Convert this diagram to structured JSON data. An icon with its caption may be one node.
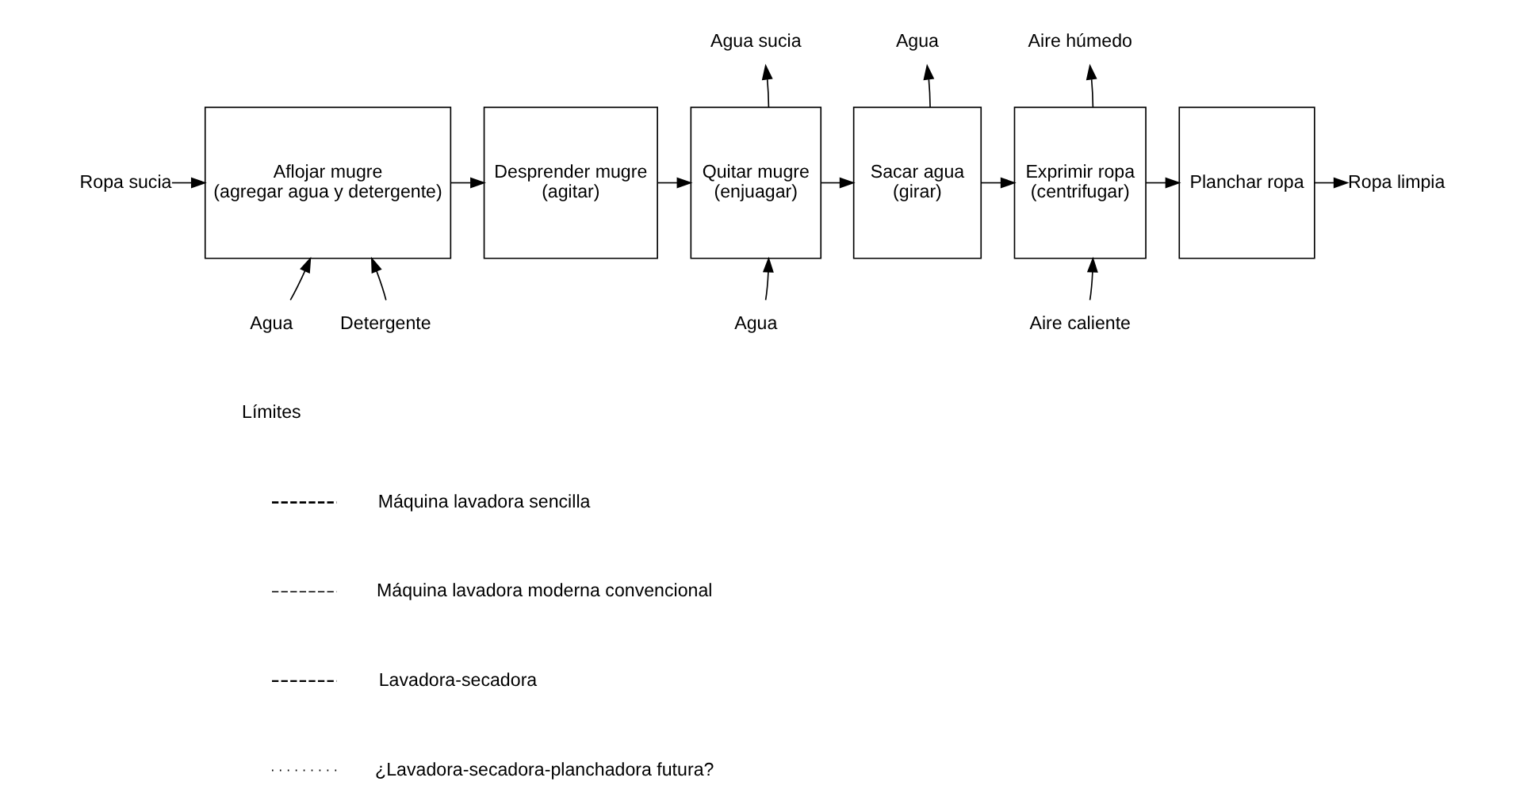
{
  "diagram": {
    "nodes": [
      {
        "text": [
          "Ropa sucia"
        ]
      },
      {
        "text": [
          "Aflojar mugre",
          "(agregar agua y detergente)"
        ]
      },
      {
        "text": [
          "Desprender mugre",
          "(agitar)"
        ]
      },
      {
        "text": [
          "Quitar mugre",
          "(enjuagar)"
        ]
      },
      {
        "text": [
          "Sacar agua",
          "(girar)"
        ]
      },
      {
        "text": [
          "Exprimir ropa",
          "(centrifugar)"
        ]
      },
      {
        "text": [
          "Planchar ropa"
        ]
      },
      {
        "text": [
          "Ropa limpia"
        ]
      },
      {
        "text": [
          "Agua"
        ]
      },
      {
        "text": [
          "Detergente"
        ]
      },
      {
        "text": [
          "Agua sucia"
        ]
      },
      {
        "text": [
          "Agua"
        ]
      },
      {
        "text": [
          "Agua"
        ]
      },
      {
        "text": [
          "Aire húmedo"
        ]
      },
      {
        "text": [
          "Aire caliente"
        ]
      }
    ],
    "edges": [
      {
        "from": 0,
        "to": 1,
        "arrow": "to"
      },
      {
        "from": 1,
        "to": 2,
        "arrow": "to"
      },
      {
        "from": 2,
        "to": 3,
        "arrow": "to"
      },
      {
        "from": 3,
        "to": 4,
        "arrow": "to"
      },
      {
        "from": 4,
        "to": 5,
        "arrow": "to"
      },
      {
        "from": 5,
        "to": 6,
        "arrow": "to"
      },
      {
        "from": 6,
        "to": 7,
        "arrow": "to"
      },
      {
        "from": 8,
        "to": 1,
        "arrow": "to"
      },
      {
        "from": 9,
        "to": 1,
        "arrow": "to"
      },
      {
        "from": 3,
        "to": 10,
        "arrow": "to"
      },
      {
        "from": 11,
        "to": 3,
        "arrow": "to"
      },
      {
        "from": 4,
        "to": 12,
        "arrow": "to"
      },
      {
        "from": 5,
        "to": 13,
        "arrow": "to"
      },
      {
        "from": 14,
        "to": 5,
        "arrow": "to"
      }
    ],
    "labels": [
      "Límites"
    ],
    "legend": [
      {
        "text": "Máquina lavadora sencilla"
      },
      {
        "text": "Máquina lavadora moderna convencional"
      },
      {
        "text": "Lavadora-secadora"
      },
      {
        "text": "¿Lavadora-secadora-planchadora futura?"
      }
    ]
  }
}
